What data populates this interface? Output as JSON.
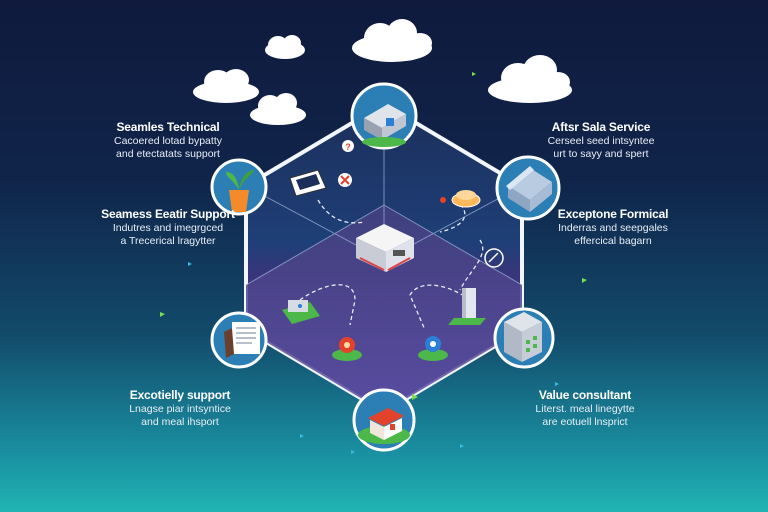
{
  "labels": {
    "top_left": {
      "title": "Seamles Technical",
      "desc1": "Cacoered lotad bypatty",
      "desc2": "and etectatats support"
    },
    "mid_left": {
      "title": "Seamess Eeatir Support",
      "desc1": "Indutres and imegrgced",
      "desc2": "a Trecerical lragytter"
    },
    "bottom_left": {
      "title": "Excotielly support",
      "desc1": "Lnagse piar intsyntice",
      "desc2": "and meal ihsport"
    },
    "top_right": {
      "title": "Aftsr Sala Service",
      "desc1": "Cerseel seed intsyntee",
      "desc2": "urt to sayy and spert"
    },
    "mid_right": {
      "title": "Exceptone Formical",
      "desc1": "Inderras and seepgales",
      "desc2": "effercical bagarn"
    },
    "bottom_right": {
      "title": "Value consultant",
      "desc1": "Literst. meal linegytte",
      "desc2": "are eotuell lnsprict"
    }
  },
  "icons": {
    "plant": "potted-plant-icon",
    "house": "house-icon",
    "document": "document-icon",
    "server": "server-rack-icon",
    "building_top": "building-icon",
    "building_bottom": "red-roof-building-icon",
    "central": "central-hub-icon"
  },
  "colors": {
    "node_fill": "#2b7fb4",
    "node_ring": "#ffffff",
    "accent_green": "#4db84a",
    "accent_red": "#e4432b",
    "accent_blue": "#2c7fd6"
  }
}
